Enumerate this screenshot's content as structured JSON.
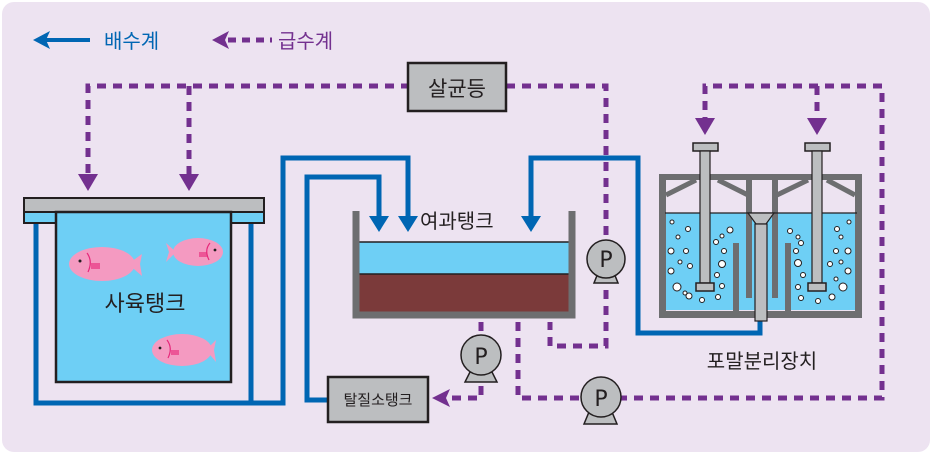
{
  "legend": {
    "drain": {
      "label": "배수계",
      "color": "#0066b3"
    },
    "supply": {
      "label": "급수계",
      "color": "#73308f"
    }
  },
  "components": {
    "sterilizer": "살균등",
    "rearing_tank": "사육탱크",
    "filter_tank": "여과탱크",
    "denitrification_tank": "탈질소탱크",
    "foam_separator": "포말분리장치",
    "pump_label": "P"
  },
  "colors": {
    "background": "#ede3f1",
    "drain_pipe": "#0066b3",
    "supply_pipe": "#73308f",
    "water": "#6ecff5",
    "filter_media": "#7b3a3a",
    "tank_wall": "#6d6e70",
    "box_fill": "#bcbec0",
    "fish": "#f49ac1"
  }
}
